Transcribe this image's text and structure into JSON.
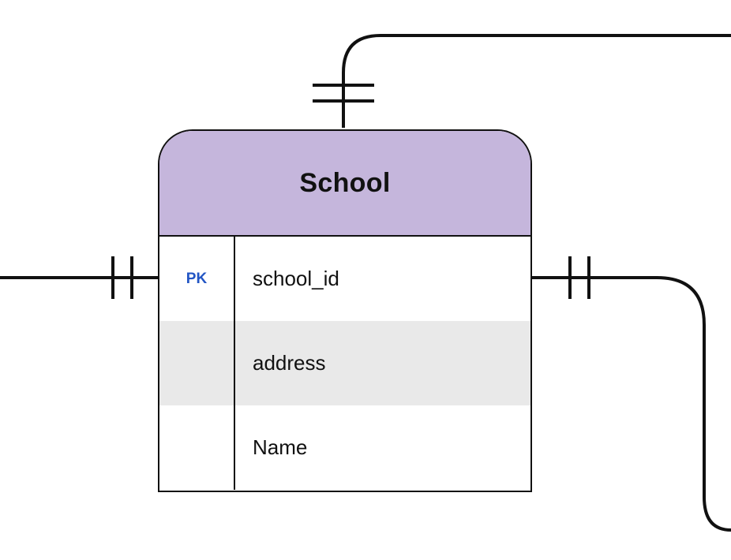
{
  "colors": {
    "header_fill": "#c5b6dc",
    "shaded_row": "#e9e9e9",
    "key_label": "#2255c4",
    "line": "#111111"
  },
  "entity": {
    "title": "School",
    "rows": [
      {
        "key": "PK",
        "field": "school_id",
        "shaded": false
      },
      {
        "key": "",
        "field": "address",
        "shaded": true
      },
      {
        "key": "",
        "field": "Name",
        "shaded": false
      }
    ]
  },
  "relationships": [
    {
      "side": "top",
      "cardinality": "one-and-only-one"
    },
    {
      "side": "left",
      "cardinality": "one-and-only-one"
    },
    {
      "side": "right",
      "cardinality": "one-and-only-one"
    }
  ]
}
